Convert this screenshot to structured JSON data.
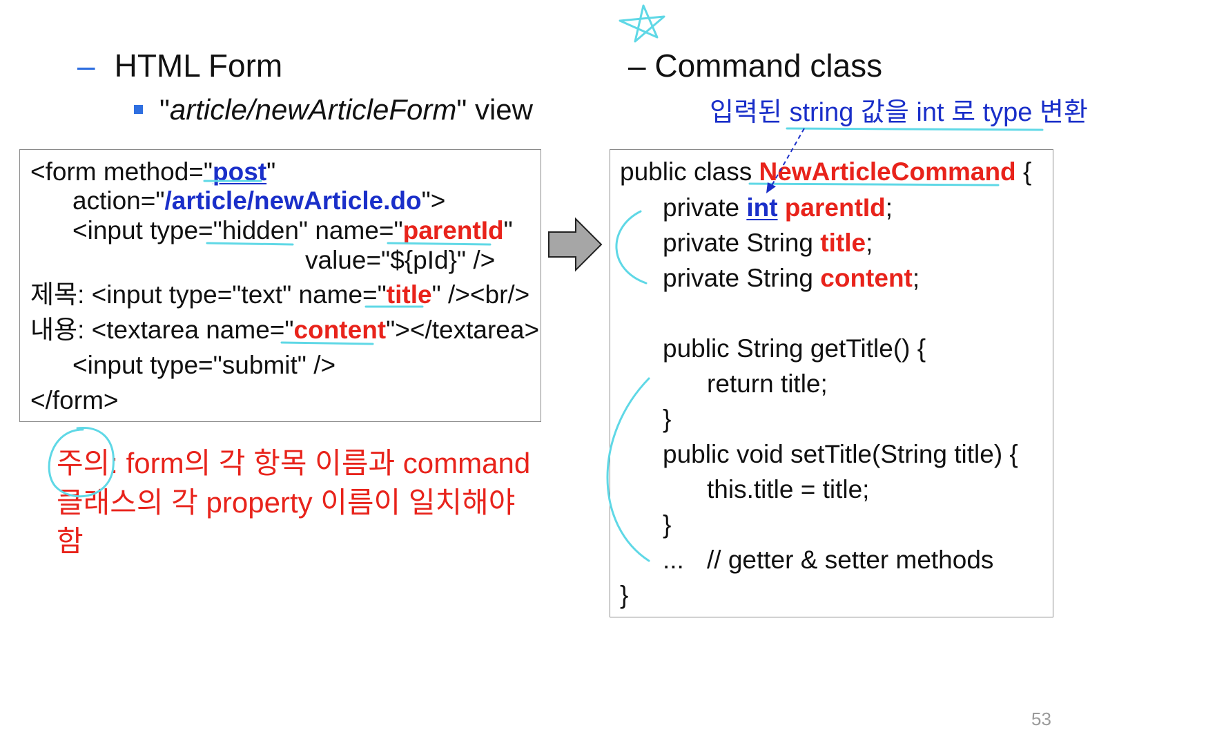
{
  "left": {
    "heading_dash": "–",
    "heading": "HTML Form",
    "subitem_quote_open": "\"",
    "subitem_italic": "article/newArticleForm",
    "subitem_rest": "\" view",
    "code": {
      "l1_a": "<form method=\"",
      "l1_b": "post",
      "l1_c": "\"",
      "l2_a": "action=\"",
      "l2_b": "/article/newArticle.do",
      "l2_c": "\">",
      "l3_a": "<input type=\"",
      "l3_b": "hidden",
      "l3_c": "\" name=\"",
      "l3_d": "parentId",
      "l3_e": "\"",
      "l4": "value=\"${pId}\" />",
      "l5_a": "제목: <input type=\"text\" name=\"",
      "l5_b": "title",
      "l5_c": "\" /><br/>",
      "l6_a": "내용: <textarea name=\"",
      "l6_b": "content",
      "l6_c": "\"></textarea>",
      "l7": "<input type=\"submit\" />",
      "l8": "</form>"
    },
    "note": {
      "line1": "주의: form의 각 항목 이름과 command",
      "line2": "클래스의 각 property 이름이 일치해야",
      "line3": "함"
    }
  },
  "right": {
    "heading": "– Command class",
    "annotation": "입력된 string 값을 int 로 type 변환",
    "code": {
      "l1_a": "public class ",
      "l1_b": "NewArticleCommand",
      "l1_c": " {",
      "l2_a": "private ",
      "l2_b": "int",
      "l2_c": " ",
      "l2_d": "parentId",
      "l2_e": ";",
      "l3_a": "private String ",
      "l3_b": "title",
      "l3_c": ";",
      "l4_a": "private String ",
      "l4_b": "content",
      "l4_c": ";",
      "l5": "public String getTitle() {",
      "l6": "return title;",
      "l7": "}",
      "l8": "public void setTitle(String title) {",
      "l9": "this.title = title;",
      "l10": "}",
      "l11_a": "...",
      "l11_b": "// getter & setter methods",
      "l12": "}"
    }
  },
  "page_number": "53",
  "colors": {
    "accent_blue": "#2f6fe0",
    "keyword_blue": "#1a2fc9",
    "highlight_red": "#e8231b",
    "annotation_cyan": "#5fd8e6",
    "arrow_gray": "#a6a6a6"
  }
}
